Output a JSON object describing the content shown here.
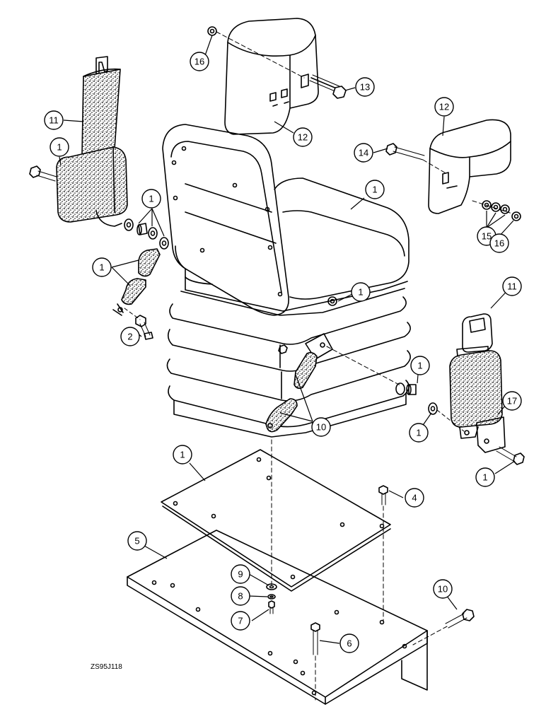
{
  "figure_code": "ZS95J118",
  "callouts": [
    {
      "label": "16"
    },
    {
      "label": "12"
    },
    {
      "label": "13"
    },
    {
      "label": "12"
    },
    {
      "label": "14"
    },
    {
      "label": "11"
    },
    {
      "label": "1"
    },
    {
      "label": "1"
    },
    {
      "label": "1"
    },
    {
      "label": "15"
    },
    {
      "label": "16"
    },
    {
      "label": "1"
    },
    {
      "label": "2"
    },
    {
      "label": "1"
    },
    {
      "label": "11"
    },
    {
      "label": "1"
    },
    {
      "label": "17"
    },
    {
      "label": "1"
    },
    {
      "label": "1"
    },
    {
      "label": "1"
    },
    {
      "label": "4"
    },
    {
      "label": "5"
    },
    {
      "label": "9"
    },
    {
      "label": "8"
    },
    {
      "label": "7"
    },
    {
      "label": "6"
    },
    {
      "label": "10"
    },
    {
      "label": "10"
    },
    {
      "label": "1"
    }
  ]
}
